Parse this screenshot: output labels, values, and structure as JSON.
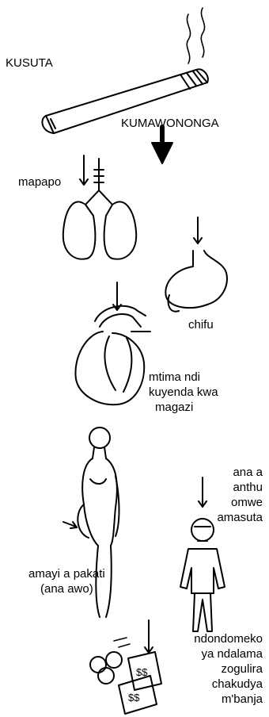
{
  "labels": {
    "smoking": "KUSUTA",
    "damages": "KUMAWONONGA",
    "lungs": "mapapo",
    "stomach": "chifu",
    "heart": [
      "mtima ndi",
      "kuyenda kwa",
      "magazi"
    ],
    "children": [
      "ana a",
      "anthu",
      "omwe",
      "amasuta"
    ],
    "pregnant": [
      "amayi a pakati",
      "(ana awo)"
    ],
    "money": [
      "ndondomeko",
      "ya ndalama",
      "zogulira",
      "chakudya",
      "m'banja"
    ]
  }
}
